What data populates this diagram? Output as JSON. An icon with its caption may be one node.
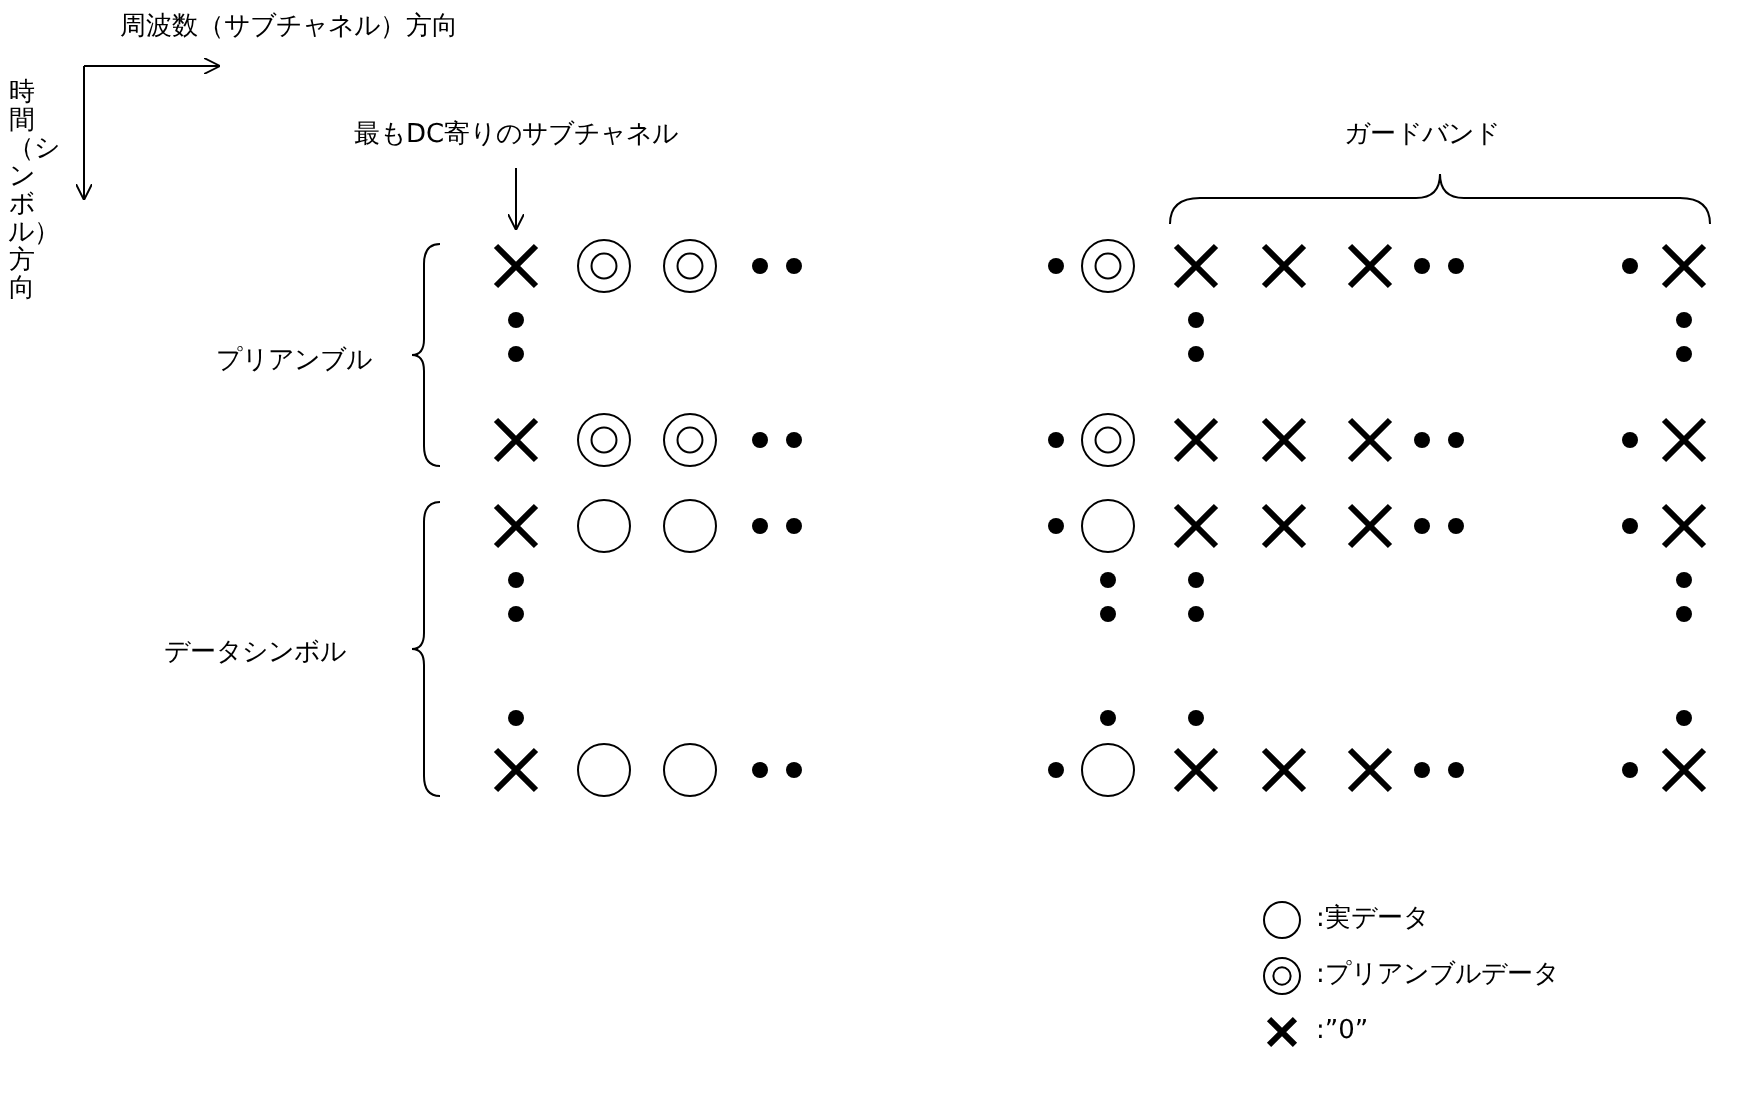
{
  "diagram": {
    "nodes": [
      {
        "text": [
          "最もDC寄りのサブチャネル"
        ]
      },
      {
        "text": [],
        "shape": "cross"
      }
    ],
    "edges": [
      {
        "from": 0,
        "to": 1,
        "arrow": "to"
      }
    ],
    "labels": [
      "周波数（サブチャネル）方向",
      "時間（シンボル）方向",
      "ガードバンド",
      "プリアンブル",
      "データシンボル"
    ],
    "legend": [
      {
        "text": ":実データ"
      },
      {
        "text": ":プリアンブルデータ"
      },
      {
        "text": ":”0”"
      }
    ]
  }
}
